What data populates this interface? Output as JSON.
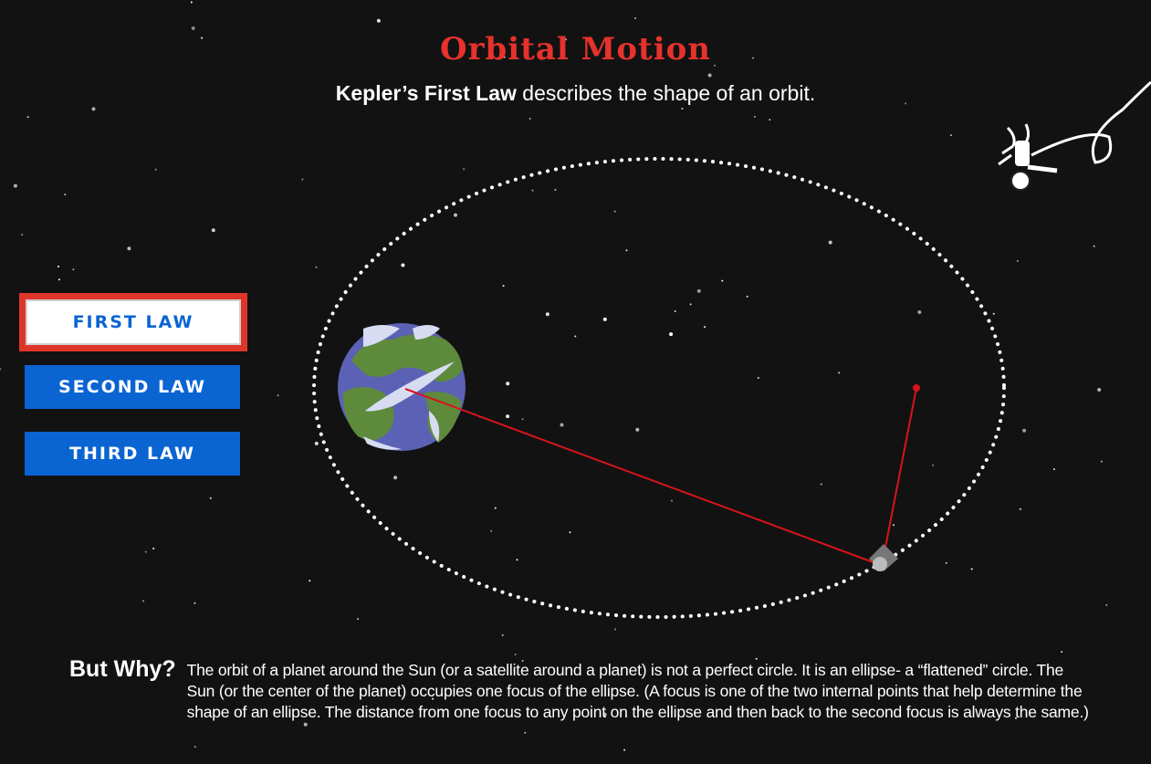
{
  "header": {
    "title": "Orbital Motion",
    "subtitle_bold": "Kepler’s First Law",
    "subtitle_rest": " describes the shape of an orbit."
  },
  "nav": {
    "first_law": "FIRST LAW",
    "second_law": "SECOND LAW",
    "third_law": "THIRD LAW"
  },
  "explanation": {
    "label": "But Why?",
    "text": "The orbit of a planet around the Sun (or a satellite around a planet) is not a perfect circle. It is an ellipse- a “flattened” circle. The Sun (or the center of the planet) occupies one focus of the ellipse. (A focus is one of the two internal points that help determine the shape of an ellipse. The distance from one focus to any point on the ellipse and then back to the second focus is always the same.)"
  },
  "colors": {
    "title_red": "#e6322c",
    "button_blue": "#0a64d2",
    "active_border": "#e0352b",
    "focus_line": "#d8141b",
    "planet_ocean": "#5b62b5",
    "planet_land": "#5e8a3c"
  },
  "icons": {
    "planet": "earth-planet-icon",
    "satellite": "satellite-icon",
    "astronaut": "astronaut-icon"
  }
}
